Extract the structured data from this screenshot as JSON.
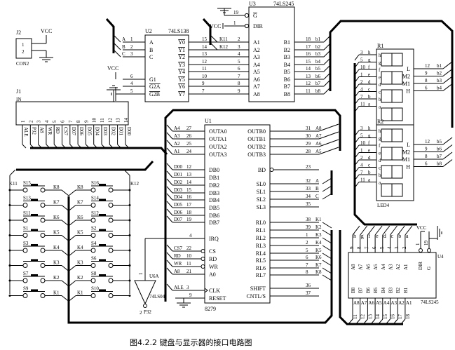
{
  "caption": "图4.2.2  键盘与显示器的接口电路图",
  "power": {
    "vcc": "VCC"
  },
  "j2": {
    "ref": "J2",
    "value": "CON2",
    "pins": [
      "1",
      "2"
    ]
  },
  "j1": {
    "ref": "J1",
    "value": "IN",
    "pins": [
      "1",
      "2",
      "3",
      "4",
      "5",
      "6",
      "7",
      "8",
      "9",
      "10",
      "11",
      "12",
      "13",
      "14"
    ],
    "nets": [
      "ALE",
      "P32",
      "A8",
      "WR",
      "RD",
      "CS7",
      "D07",
      "D06",
      "D05",
      "D04",
      "D03",
      "D02",
      "D01",
      "D00"
    ]
  },
  "u2": {
    "ref": "U2",
    "part": "74LS138",
    "left": [
      {
        "pin": "1",
        "name": "A",
        "net": "A",
        "overbar": false
      },
      {
        "pin": "2",
        "name": "B",
        "net": "B",
        "overbar": false
      },
      {
        "pin": "3",
        "name": "C",
        "net": "C",
        "overbar": false
      },
      {
        "pin": "6",
        "name": "G1",
        "net": "",
        "overbar": false
      },
      {
        "pin": "4",
        "name": "G2A",
        "net": "",
        "overbar": true
      },
      {
        "pin": "5",
        "name": "G2B",
        "net": "",
        "overbar": true
      }
    ],
    "right": [
      {
        "pin": "15",
        "name": "Y0"
      },
      {
        "pin": "14",
        "name": "Y1"
      },
      {
        "pin": "13",
        "name": "Y2"
      },
      {
        "pin": "12",
        "name": "Y3"
      },
      {
        "pin": "11",
        "name": "Y4"
      },
      {
        "pin": "10",
        "name": "Y5"
      },
      {
        "pin": "9",
        "name": "Y6"
      },
      {
        "pin": "7",
        "name": "Y7"
      }
    ]
  },
  "u3": {
    "ref": "U3",
    "part": "74LS245",
    "ctrl": [
      {
        "pin": "19",
        "name": "G",
        "overbar": true
      },
      {
        "pin": "1",
        "name": "DIR",
        "overbar": false
      }
    ],
    "left": [
      {
        "pin": "2",
        "name": "A1",
        "net": "K11"
      },
      {
        "pin": "3",
        "name": "A2",
        "net": "K12"
      },
      {
        "pin": "4",
        "name": "A3",
        "net": ""
      },
      {
        "pin": "5",
        "name": "A4",
        "net": ""
      },
      {
        "pin": "6",
        "name": "A5",
        "net": ""
      },
      {
        "pin": "7",
        "name": "A6",
        "net": ""
      },
      {
        "pin": "8",
        "name": "A7",
        "net": ""
      },
      {
        "pin": "9",
        "name": "A8",
        "net": ""
      }
    ],
    "right": [
      {
        "pin": "18",
        "name": "B1",
        "net": "b1"
      },
      {
        "pin": "17",
        "name": "B2",
        "net": "b2"
      },
      {
        "pin": "16",
        "name": "B3",
        "net": "b3"
      },
      {
        "pin": "15",
        "name": "B4",
        "net": "b4"
      },
      {
        "pin": "14",
        "name": "B5",
        "net": "b5"
      },
      {
        "pin": "13",
        "name": "B6",
        "net": "b6"
      },
      {
        "pin": "12",
        "name": "B7",
        "net": "b7"
      },
      {
        "pin": "11",
        "name": "B8",
        "net": "b8"
      }
    ]
  },
  "u1": {
    "ref": "U1",
    "part": "8279",
    "left": [
      {
        "pin": "27",
        "name": "OUTA0",
        "net": "A4"
      },
      {
        "pin": "26",
        "name": "OUTA1",
        "net": "A3"
      },
      {
        "pin": "25",
        "name": "OUTA2",
        "net": "A2"
      },
      {
        "pin": "24",
        "name": "OUTA3",
        "net": "A1"
      },
      {
        "pin": "12",
        "name": "DB0",
        "net": "D00"
      },
      {
        "pin": "13",
        "name": "DB1",
        "net": "D01"
      },
      {
        "pin": "14",
        "name": "DB2",
        "net": "D02"
      },
      {
        "pin": "15",
        "name": "DB3",
        "net": "D03"
      },
      {
        "pin": "16",
        "name": "DB4",
        "net": "D04"
      },
      {
        "pin": "17",
        "name": "DB5",
        "net": "D05"
      },
      {
        "pin": "18",
        "name": "DB6",
        "net": "D06"
      },
      {
        "pin": "19",
        "name": "DB7",
        "net": "D07"
      },
      {
        "pin": "4",
        "name": "IRQ",
        "net": ""
      },
      {
        "pin": "22",
        "name": "CS",
        "net": "CS7"
      },
      {
        "pin": "10",
        "name": "RD",
        "net": "RD"
      },
      {
        "pin": "11",
        "name": "WR",
        "net": "WR"
      },
      {
        "pin": "21",
        "name": "A0",
        "net": "A8"
      },
      {
        "pin": "3",
        "name": "CLK",
        "net": "ALE"
      },
      {
        "pin": "9",
        "name": "RESET",
        "net": ""
      }
    ],
    "right": [
      {
        "pin": "31",
        "name": "OUTB0",
        "net": "A8"
      },
      {
        "pin": "30",
        "name": "OUTB1",
        "net": "A7"
      },
      {
        "pin": "29",
        "name": "OUTB2",
        "net": "A6"
      },
      {
        "pin": "28",
        "name": "OUTB3",
        "net": "A5"
      },
      {
        "pin": "23",
        "name": "BD",
        "net": ""
      },
      {
        "pin": "32",
        "name": "SL0",
        "net": "A"
      },
      {
        "pin": "33",
        "name": "SL1",
        "net": "B"
      },
      {
        "pin": "34",
        "name": "SL2",
        "net": "C"
      },
      {
        "pin": "35",
        "name": "SL3",
        "net": ""
      },
      {
        "pin": "38",
        "name": "RL0",
        "net": "K1"
      },
      {
        "pin": "39",
        "name": "RL1",
        "net": "K2"
      },
      {
        "pin": "1",
        "name": "RL2",
        "net": "K3"
      },
      {
        "pin": "2",
        "name": "RL3",
        "net": "K4"
      },
      {
        "pin": "5",
        "name": "RL4",
        "net": "K5"
      },
      {
        "pin": "6",
        "name": "RL5",
        "net": "K6"
      },
      {
        "pin": "7",
        "name": "RL6",
        "net": "K7"
      },
      {
        "pin": "8",
        "name": "RL7",
        "net": "K8"
      },
      {
        "pin": "36",
        "name": "SHIFT",
        "net": ""
      },
      {
        "pin": "37",
        "name": "CNTL/S",
        "net": ""
      }
    ]
  },
  "led": {
    "part": "LED4",
    "digits": [
      {
        "ref": "R1",
        "right": [
          {
            "pin": "12",
            "name": "L",
            "net": "b1"
          },
          {
            "pin": "9",
            "name": "M2",
            "net": "b2"
          },
          {
            "pin": "8",
            "name": "M1",
            "net": "b3"
          },
          {
            "pin": "6",
            "name": "H",
            "net": "b4"
          }
        ]
      },
      {
        "ref": "R2",
        "right": [
          {
            "pin": "12",
            "name": "L",
            "net": "b5"
          },
          {
            "pin": "9",
            "name": "M2",
            "net": "b6"
          },
          {
            "pin": "8",
            "name": "M1",
            "net": "b7"
          },
          {
            "pin": "6",
            "name": "H",
            "net": "b8"
          }
        ]
      }
    ],
    "left": [
      {
        "pin": "3",
        "seg": "h"
      },
      {
        "pin": "5",
        "seg": "g"
      },
      {
        "pin": "10",
        "seg": "f"
      },
      {
        "pin": "1",
        "seg": "e"
      },
      {
        "pin": "2",
        "seg": "d"
      },
      {
        "pin": "4",
        "seg": "c"
      },
      {
        "pin": "7",
        "seg": "b"
      },
      {
        "pin": "11",
        "seg": "a"
      }
    ]
  },
  "u4": {
    "ref": "U4",
    "part": "74LS245",
    "top": [
      {
        "pin": "9",
        "name": "A8",
        "net": "h"
      },
      {
        "pin": "8",
        "name": "A7",
        "net": "g"
      },
      {
        "pin": "7",
        "name": "A6",
        "net": "f"
      },
      {
        "pin": "6",
        "name": "A5",
        "net": "e"
      },
      {
        "pin": "5",
        "name": "A4",
        "net": "d"
      },
      {
        "pin": "4",
        "name": "A3",
        "net": "c"
      },
      {
        "pin": "3",
        "name": "A2",
        "net": "b"
      },
      {
        "pin": "2",
        "name": "A1",
        "net": "a"
      }
    ],
    "ctrl": [
      {
        "pin": "1",
        "name": "DIR"
      },
      {
        "pin": "19",
        "name": "G"
      }
    ],
    "bottom": [
      {
        "pin": "11",
        "name": "B8",
        "net": "A8"
      },
      {
        "pin": "12",
        "name": "B7",
        "net": "A7"
      },
      {
        "pin": "13",
        "name": "B6",
        "net": "A6"
      },
      {
        "pin": "14",
        "name": "B5",
        "net": "A5"
      },
      {
        "pin": "15",
        "name": "B4",
        "net": "A4"
      },
      {
        "pin": "16",
        "name": "B3",
        "net": "A3"
      },
      {
        "pin": "17",
        "name": "B2",
        "net": "A2"
      },
      {
        "pin": "18",
        "name": "B1",
        "net": "A1"
      }
    ]
  },
  "keypad": {
    "rails": [
      "K11",
      "K12"
    ],
    "rows": [
      "K8",
      "K7",
      "K6",
      "K5",
      "K4",
      "K3",
      "K2",
      "K1"
    ],
    "left_switches": [
      "S15",
      "S13",
      "S11",
      "S1",
      "S3",
      "",
      "S7",
      "S9"
    ],
    "right_switches": [
      "S16",
      "S14",
      "S12",
      "S2",
      "S4",
      "S6",
      "S8",
      "S10"
    ]
  },
  "u6": {
    "ref": "U6A",
    "part": "74LS04",
    "pin_in": "1",
    "pin_out": "2",
    "net_out": "P32"
  }
}
